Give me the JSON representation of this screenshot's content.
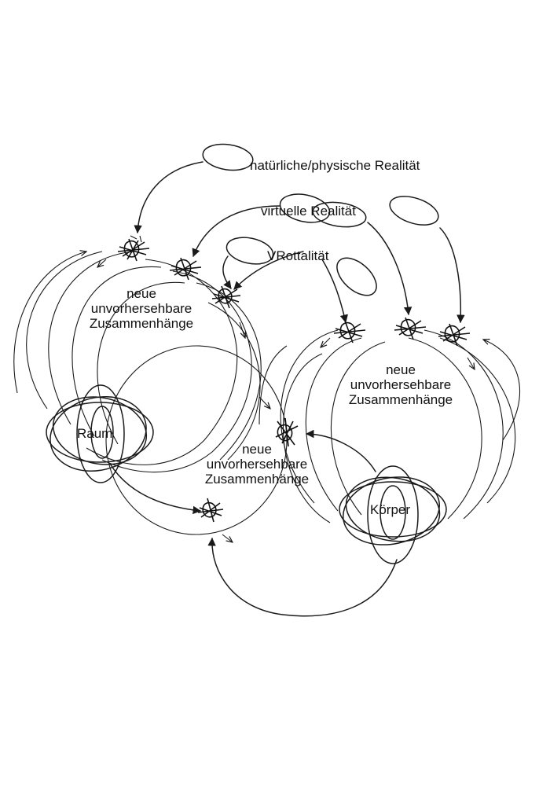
{
  "labels": {
    "natural_reality": "natürliche/physische Realität",
    "virtual_reality": "virtuelle Realität",
    "vr_totality": "VRottalität",
    "raum": "Raum",
    "koerper": "Körper"
  },
  "clusters": [
    {
      "line1": "neue",
      "line2": "unvorhersehbare",
      "line3": "Zusammenhänge"
    },
    {
      "line1": "neue",
      "line2": "unvorhersehbare",
      "line3": "Zusammenhänge"
    },
    {
      "line1": "neue",
      "line2": "unvorhersehbare",
      "line3": "Zusammenhänge"
    }
  ],
  "colors": {
    "ink": "#1a1a1a",
    "paper": "#ffffff"
  }
}
